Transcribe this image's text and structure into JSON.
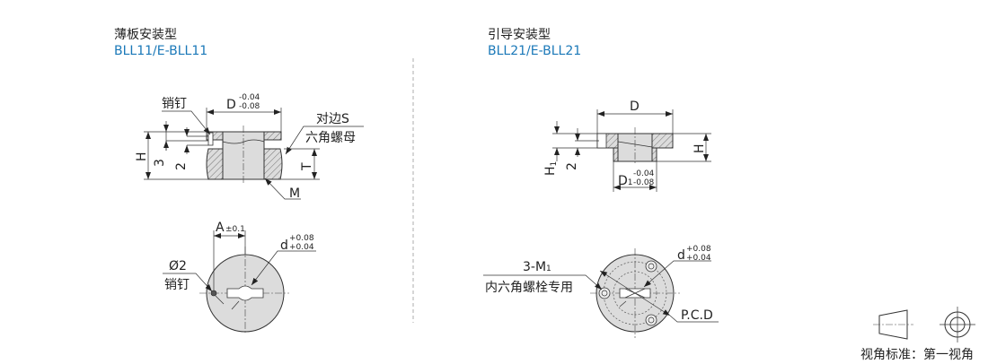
{
  "left": {
    "title": "薄板安装型",
    "model": "BLL11/E-BLL11",
    "side_view": {
      "pin_label": "销钉",
      "diameter_label": "D",
      "diameter_tol_upper": "-0.04",
      "diameter_tol_lower": "-0.08",
      "across_flats_label": "对边S",
      "hex_nut_label": "六角螺母",
      "height_label": "H",
      "dim_3": "3",
      "dim_2": "2",
      "thread_label": "M",
      "nut_thickness_label": "T"
    },
    "top_view": {
      "a_label": "A",
      "a_tol": "±0.1",
      "d_label": "d",
      "d_tol_upper": "+0.08",
      "d_tol_lower": "+0.04",
      "pin_diameter": "Ø2",
      "pin_label": "销钉"
    }
  },
  "right": {
    "title": "引导安装型",
    "model": "BLL21/E-BLL21",
    "side_view": {
      "diameter_label": "D",
      "height_label": "H",
      "h1_label": "H",
      "h1_sub": "1",
      "dim_2": "2",
      "d1_label": "D",
      "d1_sub": "1",
      "d1_tol_upper": "-0.04",
      "d1_tol_lower": "-0.08"
    },
    "top_view": {
      "bolt_label": "3-M",
      "bolt_sub": "1",
      "bolt_note": "内六角螺栓专用",
      "d_label": "d",
      "d_tol_upper": "+0.08",
      "d_tol_lower": "+0.04",
      "pcd_label": "P.C.D"
    }
  },
  "projection": {
    "label": "视角标准：第一视角"
  },
  "colors": {
    "model_text": "#1a78b8",
    "part_fill": "#dcdcdc",
    "line": "#333333"
  }
}
